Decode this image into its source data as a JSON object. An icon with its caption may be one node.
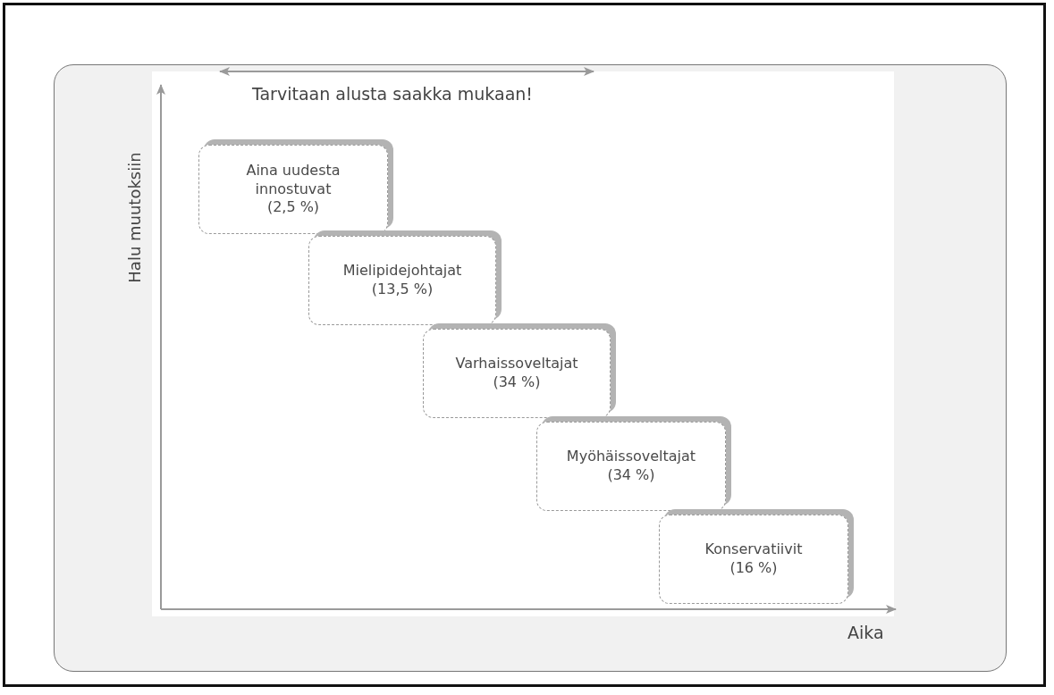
{
  "diagram": {
    "nodes": [
      {
        "text": [
          "Aina uudesta innostuvat",
          "(2,5 %)"
        ]
      },
      {
        "text": [
          "Mielipidejohtajat",
          "(13,5 %)"
        ]
      },
      {
        "text": [
          "Varhaissoveltajat",
          "(34 %)"
        ]
      },
      {
        "text": [
          "Myöhäissoveltajat",
          "(34 %)"
        ]
      },
      {
        "text": [
          "Konservatiivit",
          "(16 %)"
        ]
      }
    ],
    "labels": [
      "Tarvitaan alusta saakka mukaan!",
      "Halu muutoksiin",
      "Aika"
    ]
  }
}
